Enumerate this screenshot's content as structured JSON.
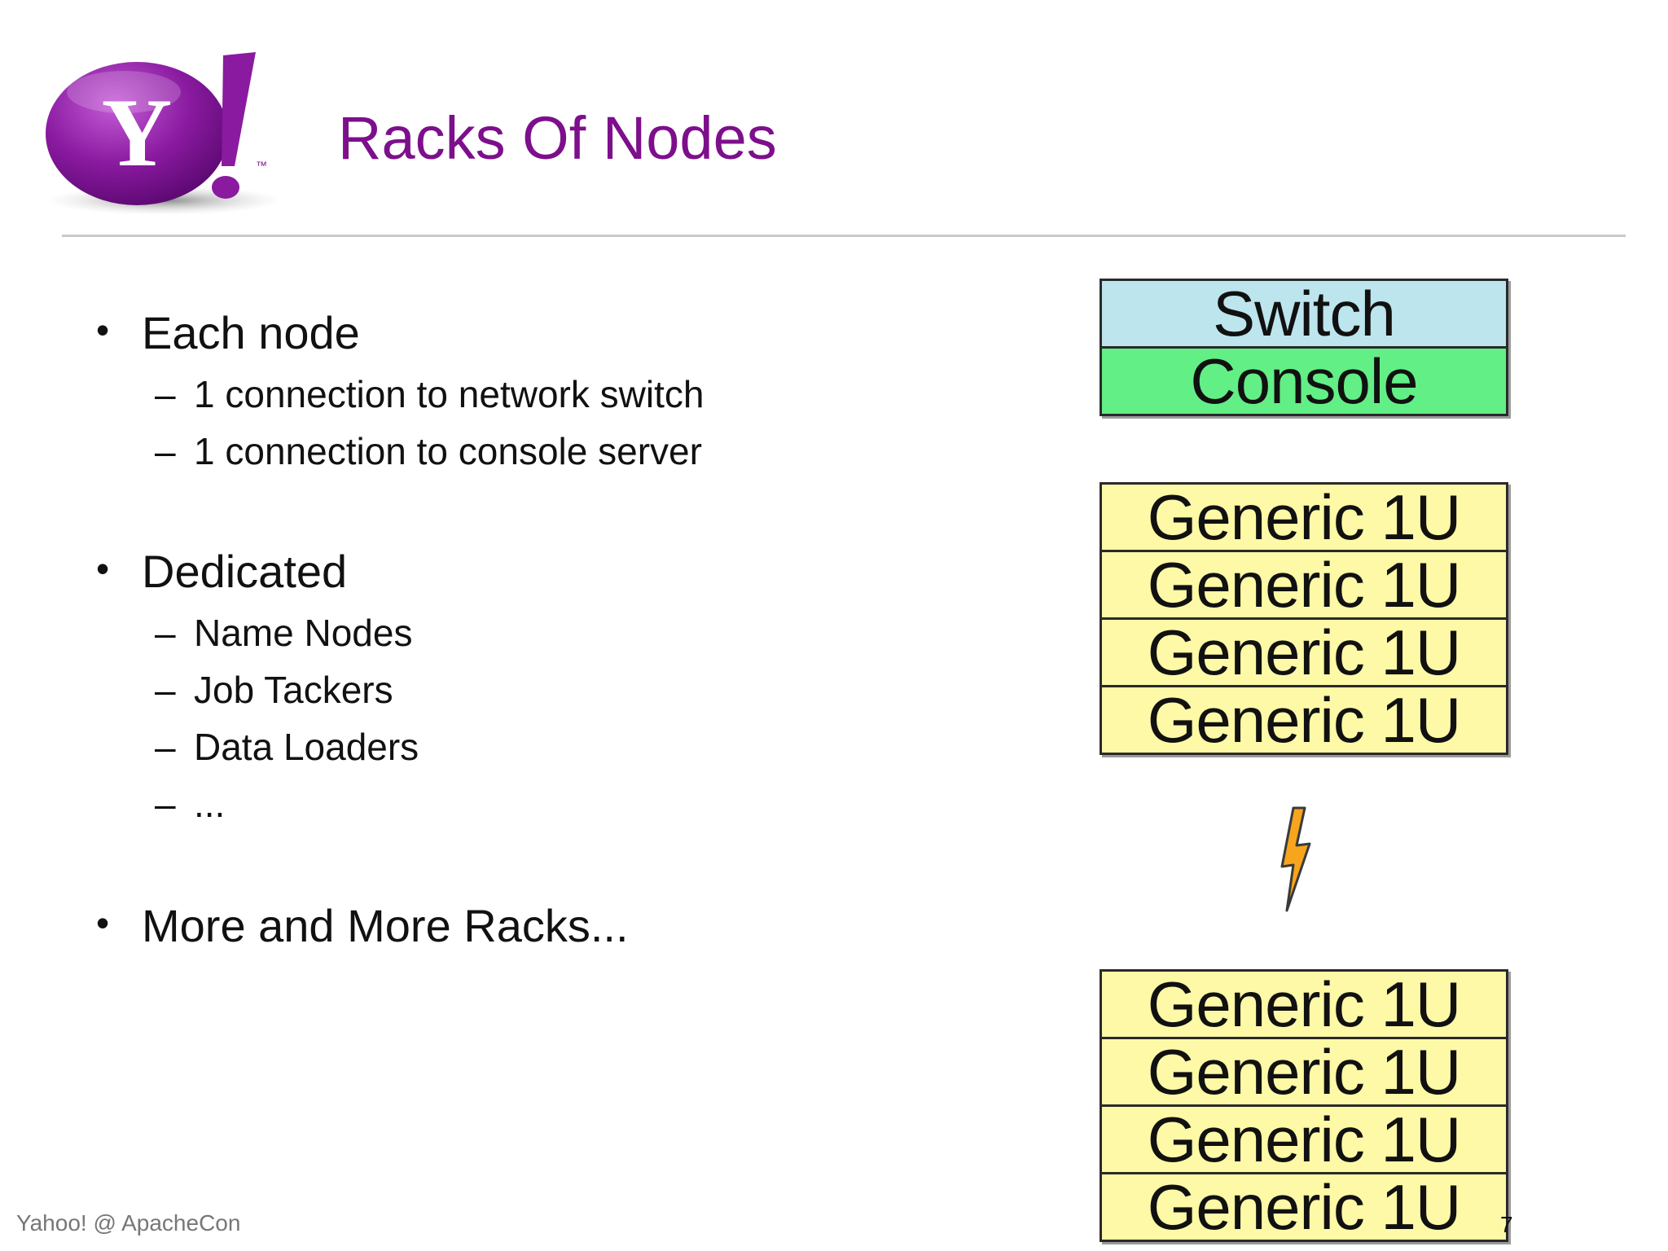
{
  "logo": {
    "letter": "Y",
    "bang": "!",
    "trademark": "™",
    "colors": {
      "purple": "#7d0f8c",
      "highlight": "#b04ec4",
      "shadow": "#9a9a9a"
    }
  },
  "title": "Racks Of Nodes",
  "bullets": [
    {
      "text": "Each node",
      "subitems": [
        "1 connection to network switch",
        "1 connection to console server"
      ]
    },
    {
      "text": "Dedicated",
      "subitems": [
        "Name Nodes",
        "Job Tackers",
        "Data Loaders",
        "..."
      ]
    },
    {
      "text": "More and More Racks...",
      "subitems": []
    }
  ],
  "bullet_glyph": "•",
  "dash_glyph": "–",
  "racks": {
    "top": [
      "Switch",
      "Console"
    ],
    "middle": [
      "Generic 1U",
      "Generic 1U",
      "Generic 1U",
      "Generic 1U"
    ],
    "bottom": [
      "Generic 1U",
      "Generic 1U",
      "Generic 1U",
      "Generic 1U"
    ]
  },
  "rack_colors": {
    "switch": "#bde5ee",
    "console": "#62ef86",
    "generic": "#fdf9a6"
  },
  "icons": {
    "separator": "lightning-bolt-icon"
  },
  "footer": "Yahoo! @ ApacheCon",
  "page_number": "7"
}
